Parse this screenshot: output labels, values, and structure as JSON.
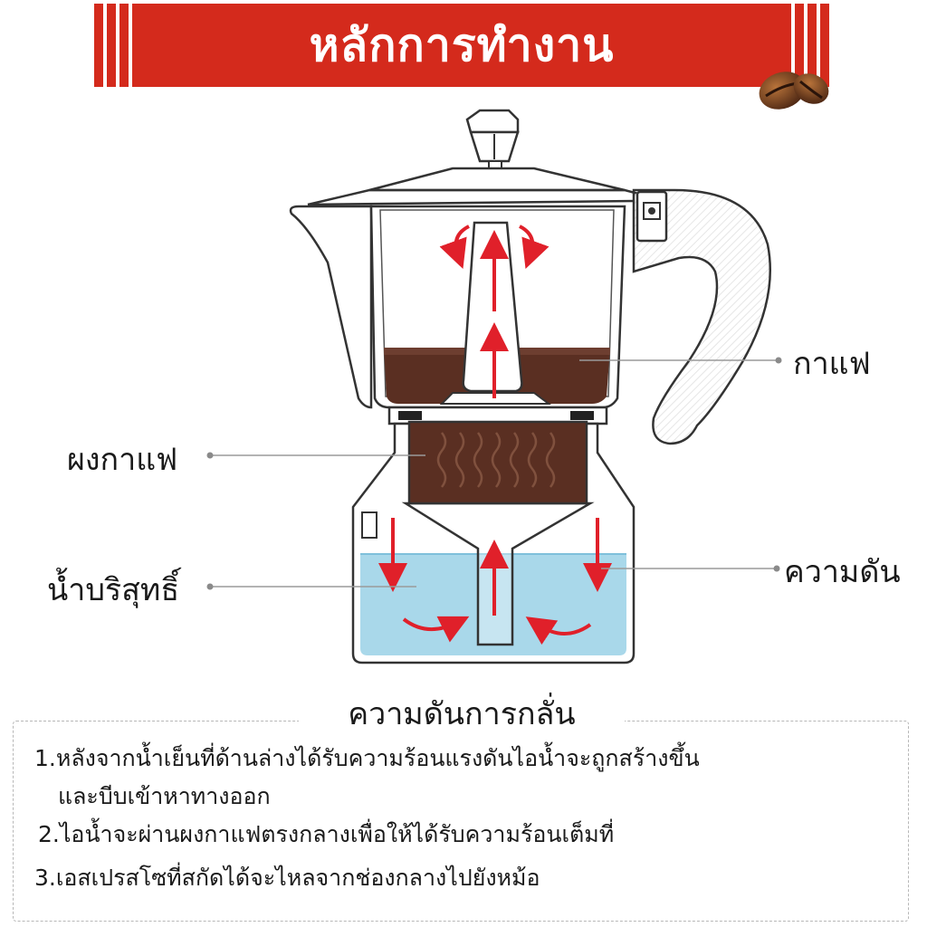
{
  "header": {
    "title": "หลักการทำงาน"
  },
  "labels": {
    "coffee": "กาแฟ",
    "coffee_powder": "ผงกาแฟ",
    "pure_water": "น้ำบริสุทธิ์",
    "pressure": "ความดัน"
  },
  "info": {
    "title": "ความดันการกลั่น",
    "steps": [
      "1.หลังจากน้ำเย็นที่ด้านล่างได้รับความร้อนแรงดันไอน้ำจะถูกสร้างขึ้น",
      "และบีบเข้าหาทางออก",
      "2.ไอน้ำจะผ่านผงกาแฟตรงกลางเพื่อให้ได้รับความร้อนเต็มที่",
      "3.เอสเปรสโซที่สกัดได้จะไหลจากช่องกลางไปยังหม้อ"
    ]
  },
  "colors": {
    "banner": "#d42a1c",
    "coffee": "#5a2f22",
    "water": "#a9d8ea",
    "arrow": "#e0202a"
  }
}
